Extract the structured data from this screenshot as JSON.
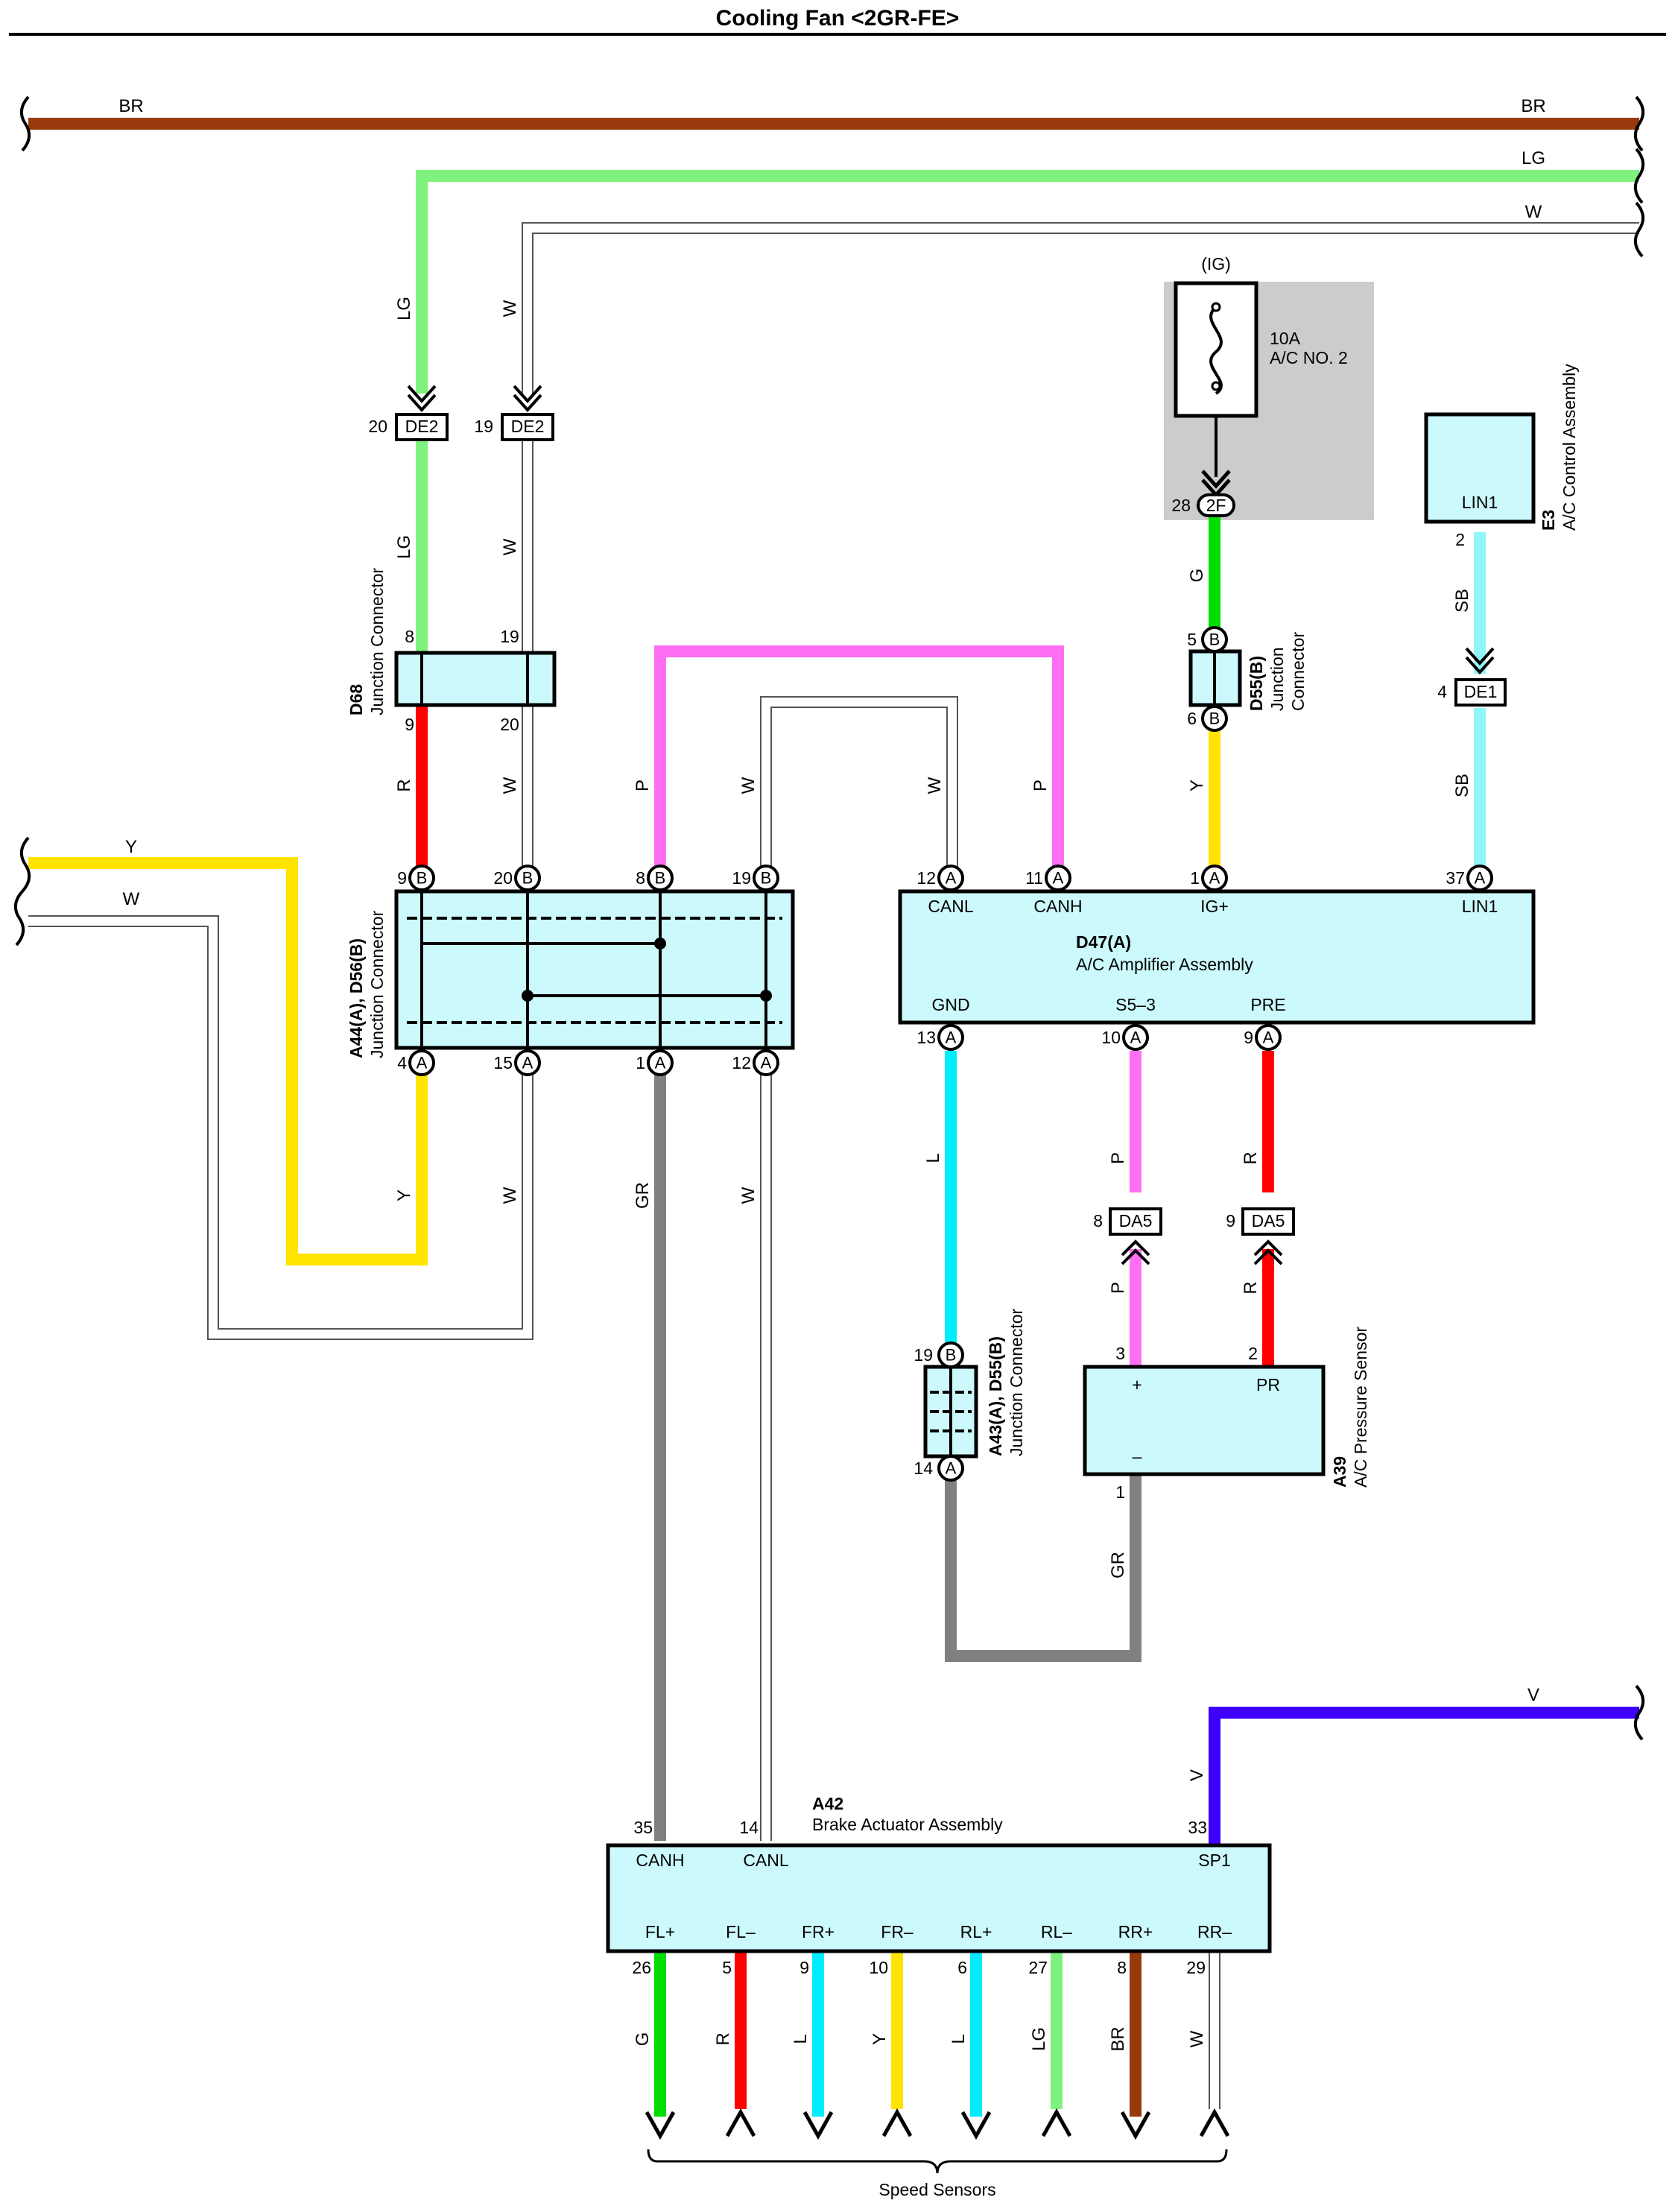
{
  "title": "Cooling Fan <2GR-FE>",
  "colors": {
    "BR": "#983a0c",
    "LG": "#7ff17f",
    "W": "#ffffff",
    "Y": "#ffe400",
    "R": "#ff0000",
    "P": "#ff6ff3",
    "G": "#00dd00",
    "SB": "#8ff7f7",
    "GR": "#808080",
    "L": "#00ecff",
    "V": "#3d00ff",
    "connector_fill": "#ccf9fb",
    "fuse_box_bg": "#cccccc"
  },
  "wire_labels": {
    "br": "BR",
    "lg": "LG",
    "w": "W",
    "y": "Y",
    "r": "R",
    "p": "P",
    "g": "G",
    "sb": "SB",
    "gr": "GR",
    "l": "L",
    "v": "V"
  },
  "fuse": {
    "supply": "(IG)",
    "rating": "10A",
    "name": "A/C NO. 2",
    "pin": "28",
    "connector": "2F"
  },
  "inline_connectors": {
    "de2_left": {
      "code": "DE2",
      "pin": "20"
    },
    "de2_right": {
      "code": "DE2",
      "pin": "19"
    },
    "de1": {
      "code": "DE1",
      "pin": "4"
    },
    "da5_left": {
      "code": "DA5",
      "pin": "8"
    },
    "da5_right": {
      "code": "DA5",
      "pin": "9"
    }
  },
  "d68": {
    "code": "D68",
    "name": "Junction Connector",
    "pins": [
      "8",
      "19",
      "9",
      "20"
    ]
  },
  "d55b_top": {
    "code": "D55(B)",
    "name": "Junction",
    "name2": "Connector",
    "pins": [
      "5",
      "6"
    ],
    "letter": "B"
  },
  "e3": {
    "code": "E3",
    "name": "A/C Control Assembly",
    "terminal": "LIN1",
    "pin": "2"
  },
  "a44": {
    "code": "A44(A), D56(B)",
    "name": "Junction Connector",
    "top_pins": [
      "9",
      "20",
      "8",
      "19"
    ],
    "top_letter": "B",
    "bottom_pins": [
      "4",
      "15",
      "1",
      "12"
    ],
    "bottom_letter": "A"
  },
  "d47": {
    "code": "D47(A)",
    "name": "A/C Amplifier Assembly",
    "letter": "A",
    "top": [
      {
        "pin": "12",
        "terminal": "CANL"
      },
      {
        "pin": "11",
        "terminal": "CANH"
      },
      {
        "pin": "1",
        "terminal": "IG+"
      },
      {
        "pin": "37",
        "terminal": "LIN1"
      }
    ],
    "bottom": [
      {
        "pin": "13",
        "terminal": "GND"
      },
      {
        "pin": "10",
        "terminal": "S5–3"
      },
      {
        "pin": "9",
        "terminal": "PRE"
      }
    ]
  },
  "a43": {
    "code": "A43(A), D55(B)",
    "name": "Junction Connector",
    "pins": [
      "19",
      "14"
    ],
    "letters": [
      "B",
      "A"
    ]
  },
  "a39": {
    "code": "A39",
    "name": "A/C Pressure Sensor",
    "terminals": [
      "+",
      "PR",
      "–"
    ],
    "pins": [
      "3",
      "2",
      "1"
    ]
  },
  "a42": {
    "code": "A42",
    "name": "Brake Actuator Assembly",
    "top": [
      {
        "pin": "35",
        "terminal": "CANH"
      },
      {
        "pin": "14",
        "terminal": "CANL"
      },
      {
        "pin": "33",
        "terminal": "SP1"
      }
    ],
    "bottom": [
      {
        "pin": "26",
        "terminal": "FL+",
        "wire": "G"
      },
      {
        "pin": "5",
        "terminal": "FL–",
        "wire": "R"
      },
      {
        "pin": "9",
        "terminal": "FR+",
        "wire": "L"
      },
      {
        "pin": "10",
        "terminal": "FR–",
        "wire": "Y"
      },
      {
        "pin": "6",
        "terminal": "RL+",
        "wire": "L"
      },
      {
        "pin": "27",
        "terminal": "RL–",
        "wire": "LG"
      },
      {
        "pin": "8",
        "terminal": "RR+",
        "wire": "BR"
      },
      {
        "pin": "29",
        "terminal": "RR–",
        "wire": "W"
      }
    ]
  },
  "speed_sensors": "Speed Sensors"
}
